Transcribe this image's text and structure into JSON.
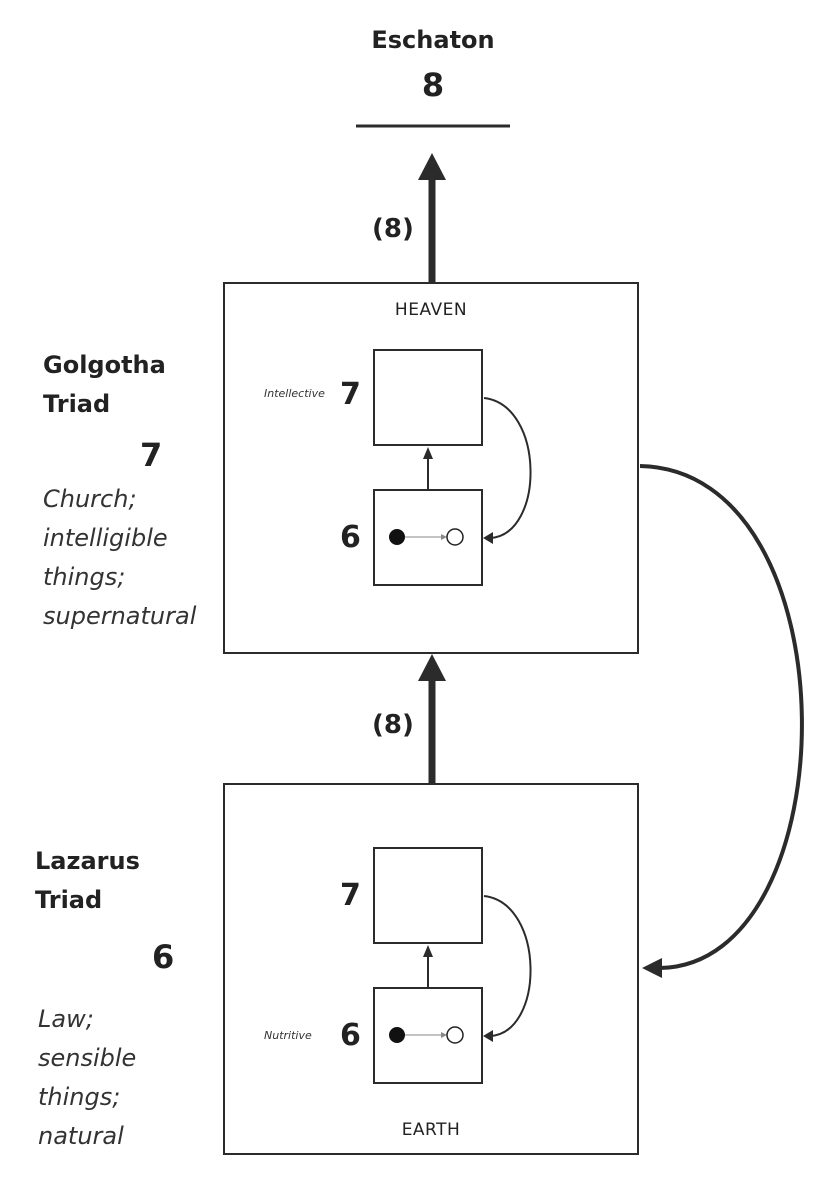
{
  "eschaton": {
    "title": "Eschaton",
    "number": "8"
  },
  "arrow_labels": {
    "upper": "(8)",
    "lower": "(8)"
  },
  "heaven_box": {
    "label": "HEAVEN",
    "upper_num": "7",
    "lower_num": "6",
    "annotation": "Intellective"
  },
  "earth_box": {
    "label": "EARTH",
    "upper_num": "7",
    "lower_num": "6",
    "annotation": "Nutritive"
  },
  "golgotha": {
    "title": "Golgotha\nTriad",
    "number": "7",
    "description": "Church;\nintelligible\nthings;\nsupernatural"
  },
  "lazarus": {
    "title": "Lazarus\nTriad",
    "number": "6",
    "description": "Law;\nsensible\nthings;\nnatural"
  },
  "colors": {
    "stroke": "#2b2b2b",
    "text": "#222222"
  }
}
